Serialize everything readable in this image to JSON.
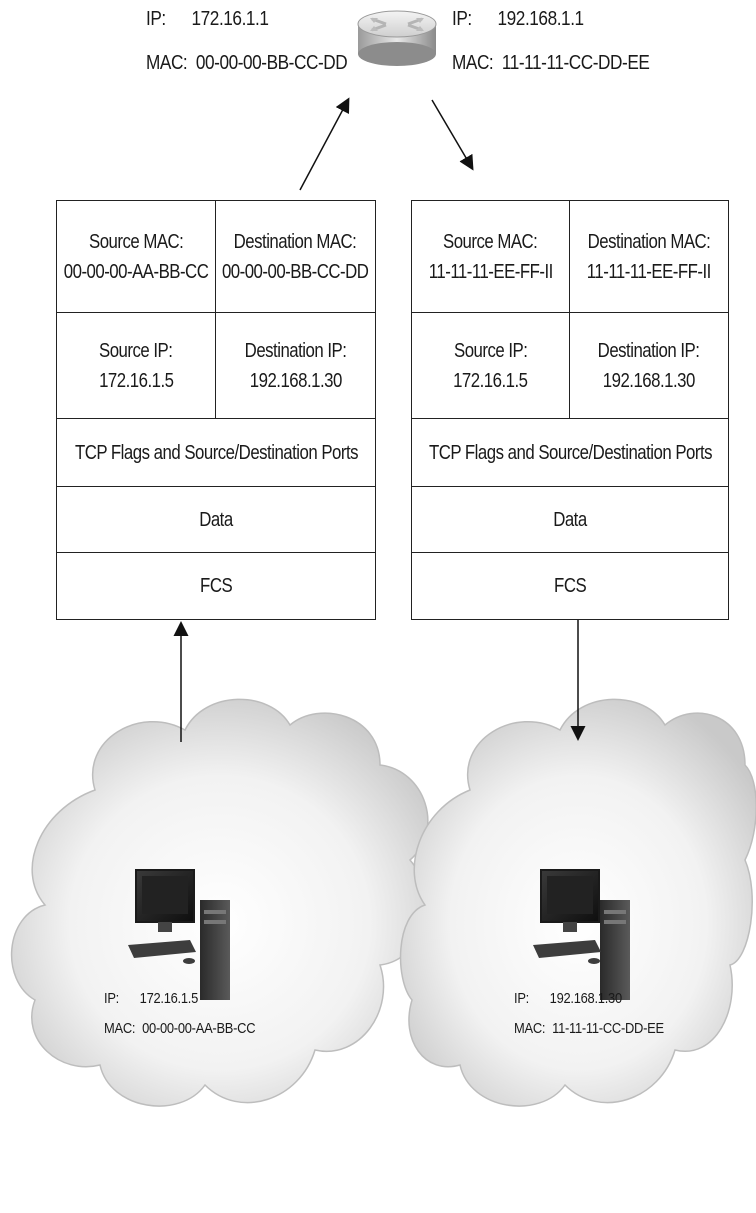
{
  "router": {
    "left": {
      "ip_label": "IP:",
      "ip": "172.16.1.1",
      "mac_label": "MAC:",
      "mac": "00-00-00-BB-CC-DD"
    },
    "right": {
      "ip_label": "IP:",
      "ip": "192.168.1.1",
      "mac_label": "MAC:",
      "mac": "11-11-11-CC-DD-EE"
    }
  },
  "frames": [
    {
      "source_mac_label": "Source MAC:",
      "source_mac": "00-00-00-AA-BB-CC",
      "dest_mac_label": "Destination MAC:",
      "dest_mac": "00-00-00-BB-CC-DD",
      "source_ip_label": "Source IP:",
      "source_ip": "172.16.1.5",
      "dest_ip_label": "Destination IP:",
      "dest_ip": "192.168.1.30",
      "tcp": "TCP Flags and Source/Destination Ports",
      "data": "Data",
      "fcs": "FCS"
    },
    {
      "source_mac_label": "Source MAC:",
      "source_mac": "11-11-11-EE-FF-II",
      "dest_mac_label": "Destination MAC:",
      "dest_mac": "11-11-11-EE-FF-II",
      "source_ip_label": "Source IP:",
      "source_ip": "172.16.1.5",
      "dest_ip_label": "Destination IP:",
      "dest_ip": "192.168.1.30",
      "tcp": "TCP Flags and Source/Destination Ports",
      "data": "Data",
      "fcs": "FCS"
    }
  ],
  "hosts": {
    "left": {
      "ip_label": "IP:",
      "ip": "172.16.1.5",
      "mac_label": "MAC:",
      "mac": "00-00-00-AA-BB-CC"
    },
    "right": {
      "ip_label": "IP:",
      "ip": "192.168.1.30",
      "mac_label": "MAC:",
      "mac": "11-11-11-CC-DD-EE"
    }
  },
  "icons": [
    "router-icon",
    "computer-icon",
    "cloud-icon"
  ]
}
